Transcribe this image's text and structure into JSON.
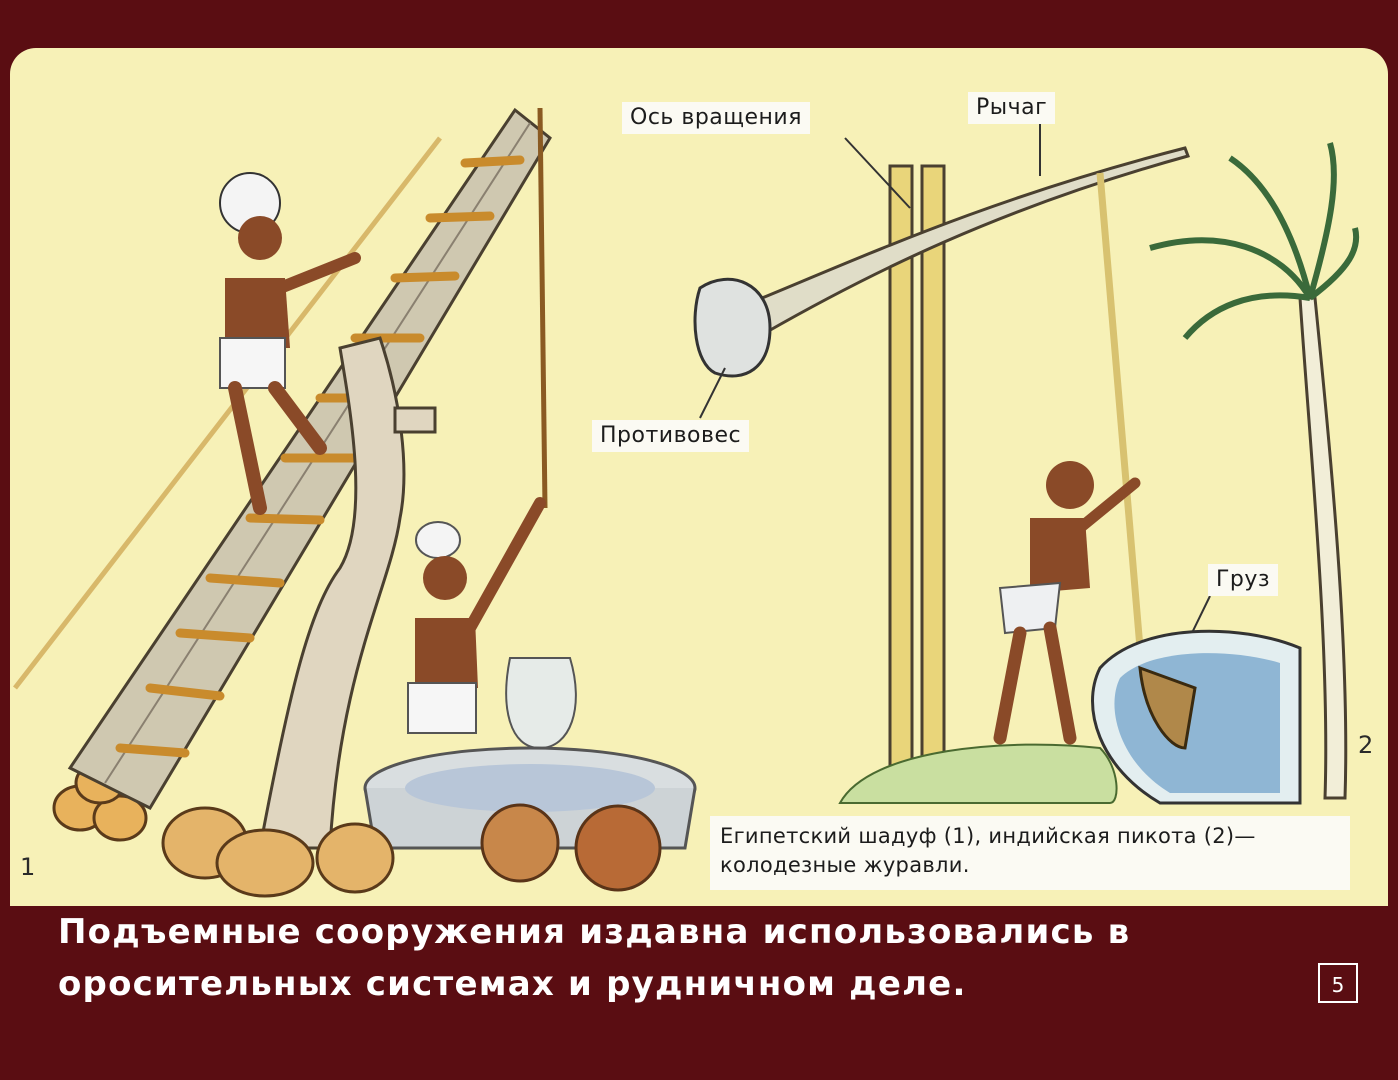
{
  "labels": {
    "axis": "Ось вращения",
    "lever": "Рычаг",
    "counterweight": "Противовес",
    "load": "Груз"
  },
  "figure_numbers": {
    "first": "1",
    "second": "2"
  },
  "caption_box": {
    "line1": "Египетский шадуф (1), индийская пикота (2)—",
    "line2": "колодезные журавли."
  },
  "main_caption": {
    "line1": "Подъемные сооружения издавна использовались в",
    "line2": "оросительных системах и рудничном деле."
  },
  "page_number": "5",
  "colors": {
    "background": "#5a0d12",
    "panel": "#f7f1b7",
    "label_bg": "#fbfaf3"
  }
}
